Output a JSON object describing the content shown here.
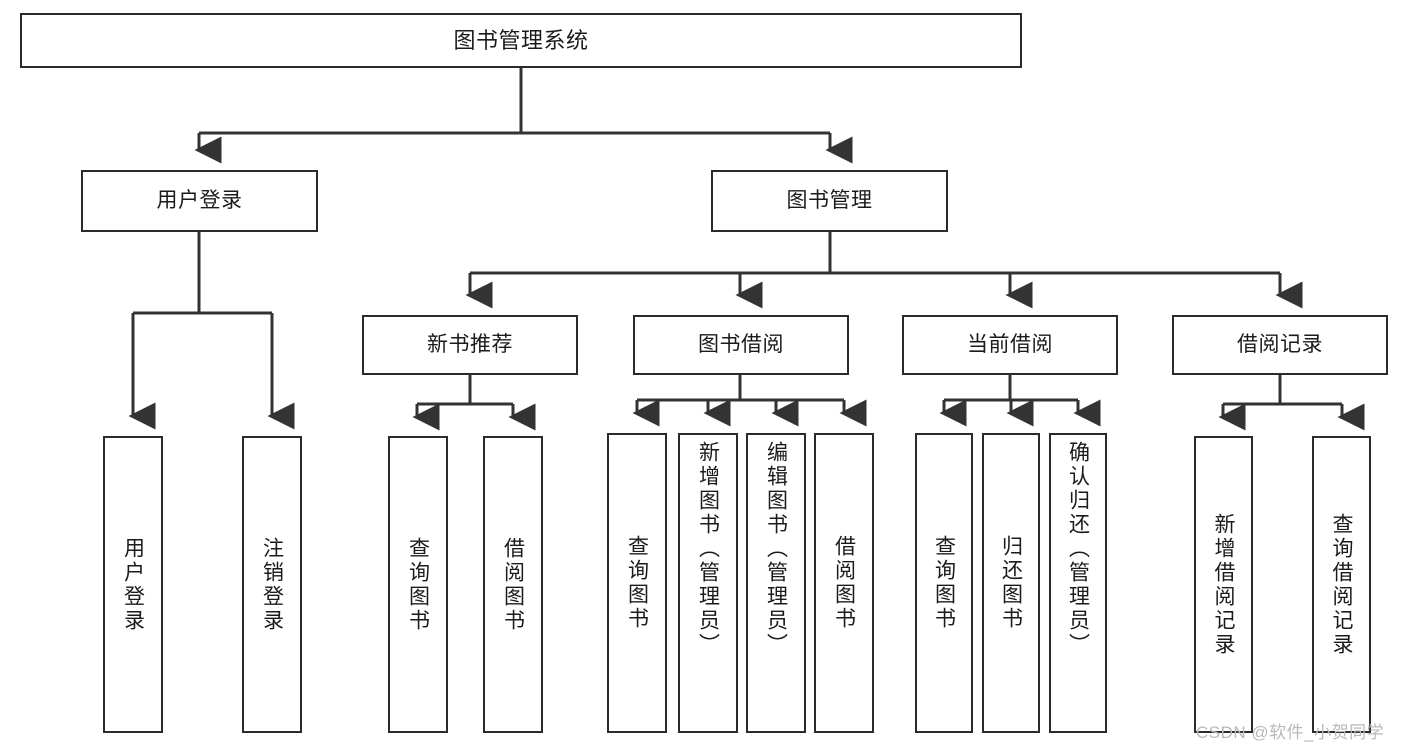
{
  "diagram": {
    "type": "tree",
    "title": "图书管理系统",
    "colors": {
      "box_border": "#2b2b2b",
      "box_fill": "#ffffff",
      "connector": "#333333",
      "text": "#1b1b1b",
      "watermark": "#b9b9b9"
    },
    "nodes": {
      "root": {
        "label": "图书管理系统",
        "level": 1
      },
      "user_login": {
        "label": "用户登录",
        "level": 2
      },
      "book_manage": {
        "label": "图书管理",
        "level": 2
      },
      "new_book_rec": {
        "label": "新书推荐",
        "level": 3
      },
      "book_borrow": {
        "label": "图书借阅",
        "level": 3
      },
      "current_borrow": {
        "label": "当前借阅",
        "level": 3
      },
      "borrow_record": {
        "label": "借阅记录",
        "level": 3
      },
      "leaf_user_login": {
        "label": "用户登录",
        "level": 4
      },
      "leaf_logout": {
        "label": "注销登录",
        "level": 4
      },
      "leaf_query_book_1": {
        "label": "查询图书",
        "level": 4
      },
      "leaf_borrow_book_1": {
        "label": "借阅图书",
        "level": 4
      },
      "leaf_query_book_2": {
        "label": "查询图书",
        "level": 4
      },
      "leaf_add_book": {
        "label": "新增图书（管理员）",
        "level": 4
      },
      "leaf_edit_book": {
        "label": "编辑图书（管理员）",
        "level": 4
      },
      "leaf_borrow_book_2": {
        "label": "借阅图书",
        "level": 4
      },
      "leaf_query_book_3": {
        "label": "查询图书",
        "level": 4
      },
      "leaf_return_book": {
        "label": "归还图书",
        "level": 4
      },
      "leaf_confirm_return": {
        "label": "确认归还（管理员）",
        "level": 4
      },
      "leaf_add_record": {
        "label": "新增借阅记录",
        "level": 4
      },
      "leaf_query_record": {
        "label": "查询借阅记录",
        "level": 4
      }
    },
    "edges": [
      {
        "from": "root",
        "to": "user_login"
      },
      {
        "from": "root",
        "to": "book_manage"
      },
      {
        "from": "user_login",
        "to": "leaf_user_login"
      },
      {
        "from": "user_login",
        "to": "leaf_logout"
      },
      {
        "from": "book_manage",
        "to": "new_book_rec"
      },
      {
        "from": "book_manage",
        "to": "book_borrow"
      },
      {
        "from": "book_manage",
        "to": "current_borrow"
      },
      {
        "from": "book_manage",
        "to": "borrow_record"
      },
      {
        "from": "new_book_rec",
        "to": "leaf_query_book_1"
      },
      {
        "from": "new_book_rec",
        "to": "leaf_borrow_book_1"
      },
      {
        "from": "book_borrow",
        "to": "leaf_query_book_2"
      },
      {
        "from": "book_borrow",
        "to": "leaf_add_book"
      },
      {
        "from": "book_borrow",
        "to": "leaf_edit_book"
      },
      {
        "from": "book_borrow",
        "to": "leaf_borrow_book_2"
      },
      {
        "from": "current_borrow",
        "to": "leaf_query_book_3"
      },
      {
        "from": "current_borrow",
        "to": "leaf_return_book"
      },
      {
        "from": "current_borrow",
        "to": "leaf_confirm_return"
      },
      {
        "from": "borrow_record",
        "to": "leaf_add_record"
      },
      {
        "from": "borrow_record",
        "to": "leaf_query_record"
      }
    ]
  },
  "watermark": {
    "text": "CSDN @软件_小贺同学"
  }
}
